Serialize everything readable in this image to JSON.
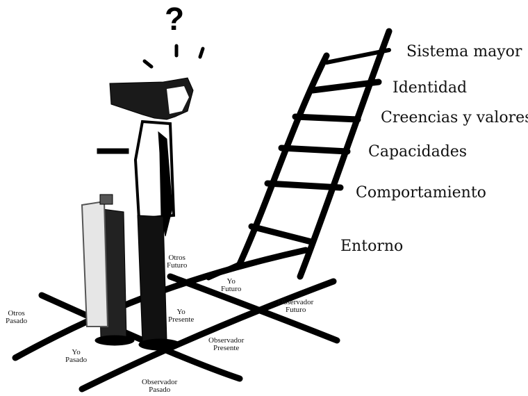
{
  "question_mark": "?",
  "levels": {
    "sistema_mayor": "Sistema mayor",
    "identidad": "Identidad",
    "creencias": "Creencias y valores",
    "capacidades": "Capacidades",
    "comportamiento": "Comportamiento",
    "entorno": "Entorno"
  },
  "timeline_positions": {
    "otros_futuro": {
      "line1": "Otros",
      "line2": "Futuro"
    },
    "yo_futuro": {
      "line1": "Yo",
      "line2": "Futuro"
    },
    "observador_futuro": {
      "line1": "Observador",
      "line2": "Futuro"
    },
    "otros_pasado": {
      "line1": "Otros",
      "line2": "Pasado"
    },
    "yo_presente": {
      "line1": "Yo",
      "line2": "Presente"
    },
    "observador_presente": {
      "line1": "Observador",
      "line2": "Presente"
    },
    "yo_pasado": {
      "line1": "Yo",
      "line2": "Pasado"
    },
    "observador_pasado": {
      "line1": "Observador",
      "line2": "Pasado"
    }
  }
}
